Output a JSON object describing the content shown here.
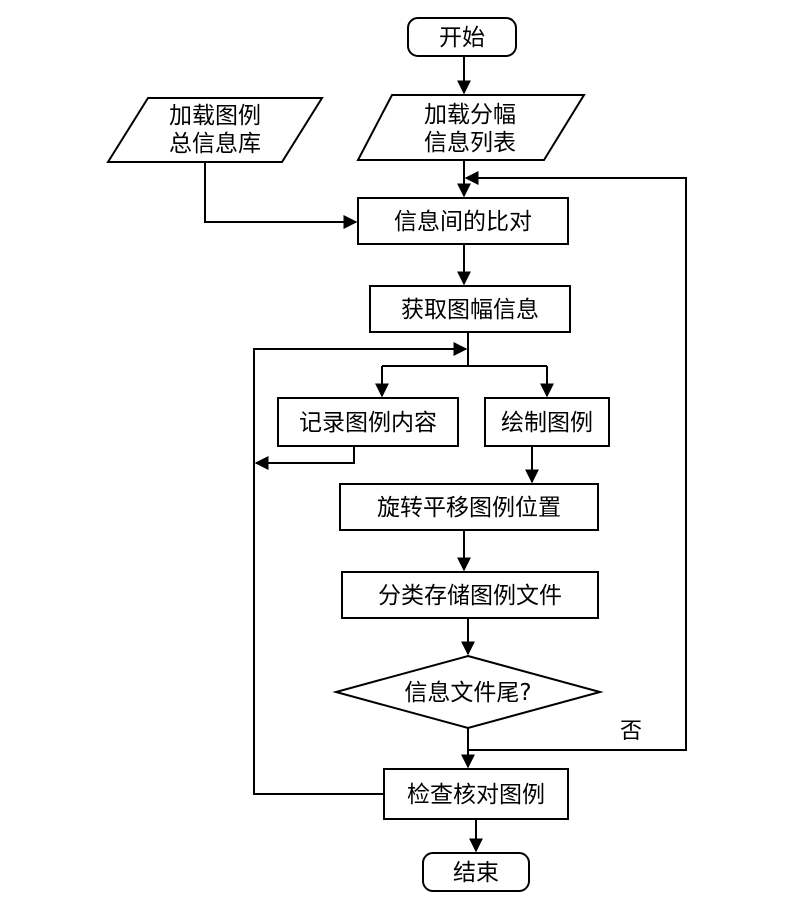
{
  "flowchart": {
    "start": "开始",
    "load_legend_db": {
      "line1": "加载图例",
      "line2": "总信息库"
    },
    "load_sheet_list": {
      "line1": "加载分幅",
      "line2": "信息列表"
    },
    "compare_info": "信息间的比对",
    "get_sheet_info": "获取图幅信息",
    "record_legend": "记录图例内容",
    "draw_legend": "绘制图例",
    "rotate_translate": "旋转平移图例位置",
    "classify_store": "分类存储图例文件",
    "decision_eof": "信息文件尾?",
    "no_label": "否",
    "check_legend": "检查核对图例",
    "end": "结束"
  }
}
